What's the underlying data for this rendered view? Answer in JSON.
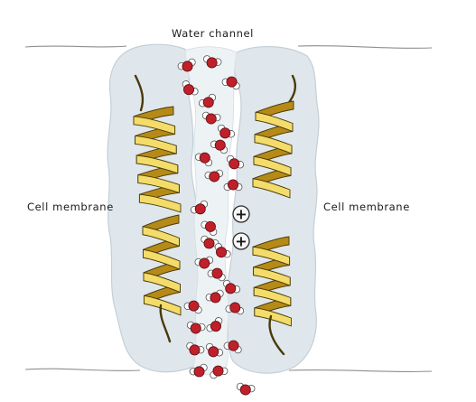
{
  "labels": {
    "title": "Water channel",
    "membrane_left": "Cell membrane",
    "membrane_right": "Cell membrane"
  },
  "ions": {
    "symbol": "+",
    "count": 2
  },
  "water_molecules": {
    "count": 30
  },
  "helices": {
    "count": 4
  },
  "colors": {
    "protein_fill": "#dfe7ec",
    "protein_edge": "#c3cfd7",
    "helix_light": "#f3dc6a",
    "helix_dark": "#b58a16",
    "helix_outline": "#4a3a0a",
    "oxygen": "#c0202a",
    "hydrogen": "#ffffff",
    "membrane_line": "#8e8e8e"
  }
}
